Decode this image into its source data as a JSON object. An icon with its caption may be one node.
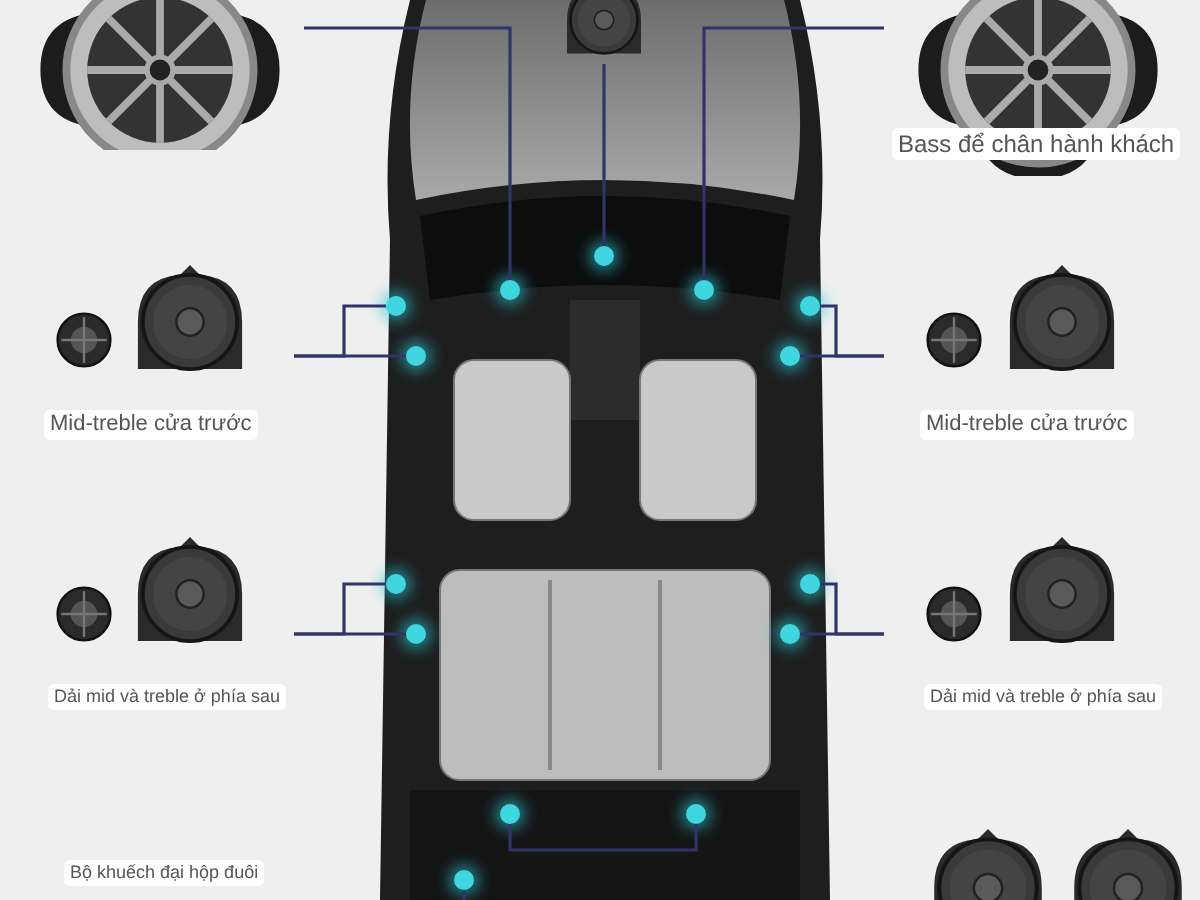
{
  "diagram": {
    "nodes": [
      {
        "text": [],
        "shape": "picture"
      },
      {
        "text": [],
        "shape": "picture"
      },
      {
        "text": [
          "Bass để chân hành khách"
        ]
      },
      {
        "text": [
          "Mid-treble cửa trước"
        ]
      },
      {
        "text": [
          "Mid-treble cửa trước"
        ]
      },
      {
        "text": [
          "Dải mid và treble ở phía sau"
        ]
      },
      {
        "text": [
          "Dải mid và treble ở phía sau"
        ]
      },
      {
        "text": [
          "Bộ khuếch đại hộp đuôi"
        ]
      },
      {
        "text": [],
        "shape": "picture"
      },
      {
        "text": [],
        "shape": "picture"
      },
      {
        "text": [],
        "shape": "circle",
        "in": 9
      },
      {
        "text": [],
        "shape": "circle",
        "in": 9
      },
      {
        "text": [],
        "shape": "circle",
        "in": 9
      },
      {
        "text": [],
        "shape": "circle",
        "in": 9
      },
      {
        "text": [],
        "shape": "circle",
        "in": 9
      },
      {
        "text": [],
        "shape": "circle",
        "in": 9
      },
      {
        "text": [],
        "shape": "circle",
        "in": 9
      },
      {
        "text": [],
        "shape": "circle",
        "in": 9
      },
      {
        "text": [],
        "shape": "circle",
        "in": 9
      },
      {
        "text": [],
        "shape": "circle",
        "in": 9
      },
      {
        "text": [],
        "shape": "circle",
        "in": 9
      },
      {
        "text": [],
        "shape": "circle",
        "in": 9
      },
      {
        "text": [],
        "shape": "circle",
        "in": 9
      },
      {
        "text": [],
        "shape": "circle",
        "in": 9
      }
    ],
    "edges": [
      {
        "from": 0,
        "to": 10,
        "arrow": "none"
      },
      {
        "from": 1,
        "to": 11,
        "arrow": "none"
      },
      {
        "from": 2,
        "to": 12,
        "arrow": "none"
      },
      {
        "from": 3,
        "to": 13,
        "arrow": "none"
      },
      {
        "from": 3,
        "to": 14,
        "arrow": "none"
      },
      {
        "from": 4,
        "to": 15,
        "arrow": "none"
      },
      {
        "from": 4,
        "to": 16,
        "arrow": "none"
      },
      {
        "from": 5,
        "to": 17,
        "arrow": "none"
      },
      {
        "from": 5,
        "to": 18,
        "arrow": "none"
      },
      {
        "from": 6,
        "to": 19,
        "arrow": "none"
      },
      {
        "from": 6,
        "to": 20,
        "arrow": "none"
      },
      {
        "from": null,
        "to": 21,
        "arrow": "none"
      },
      {
        "from": null,
        "to": 22,
        "arrow": "none"
      },
      {
        "from": null,
        "to": 23,
        "arrow": "none"
      }
    ]
  }
}
